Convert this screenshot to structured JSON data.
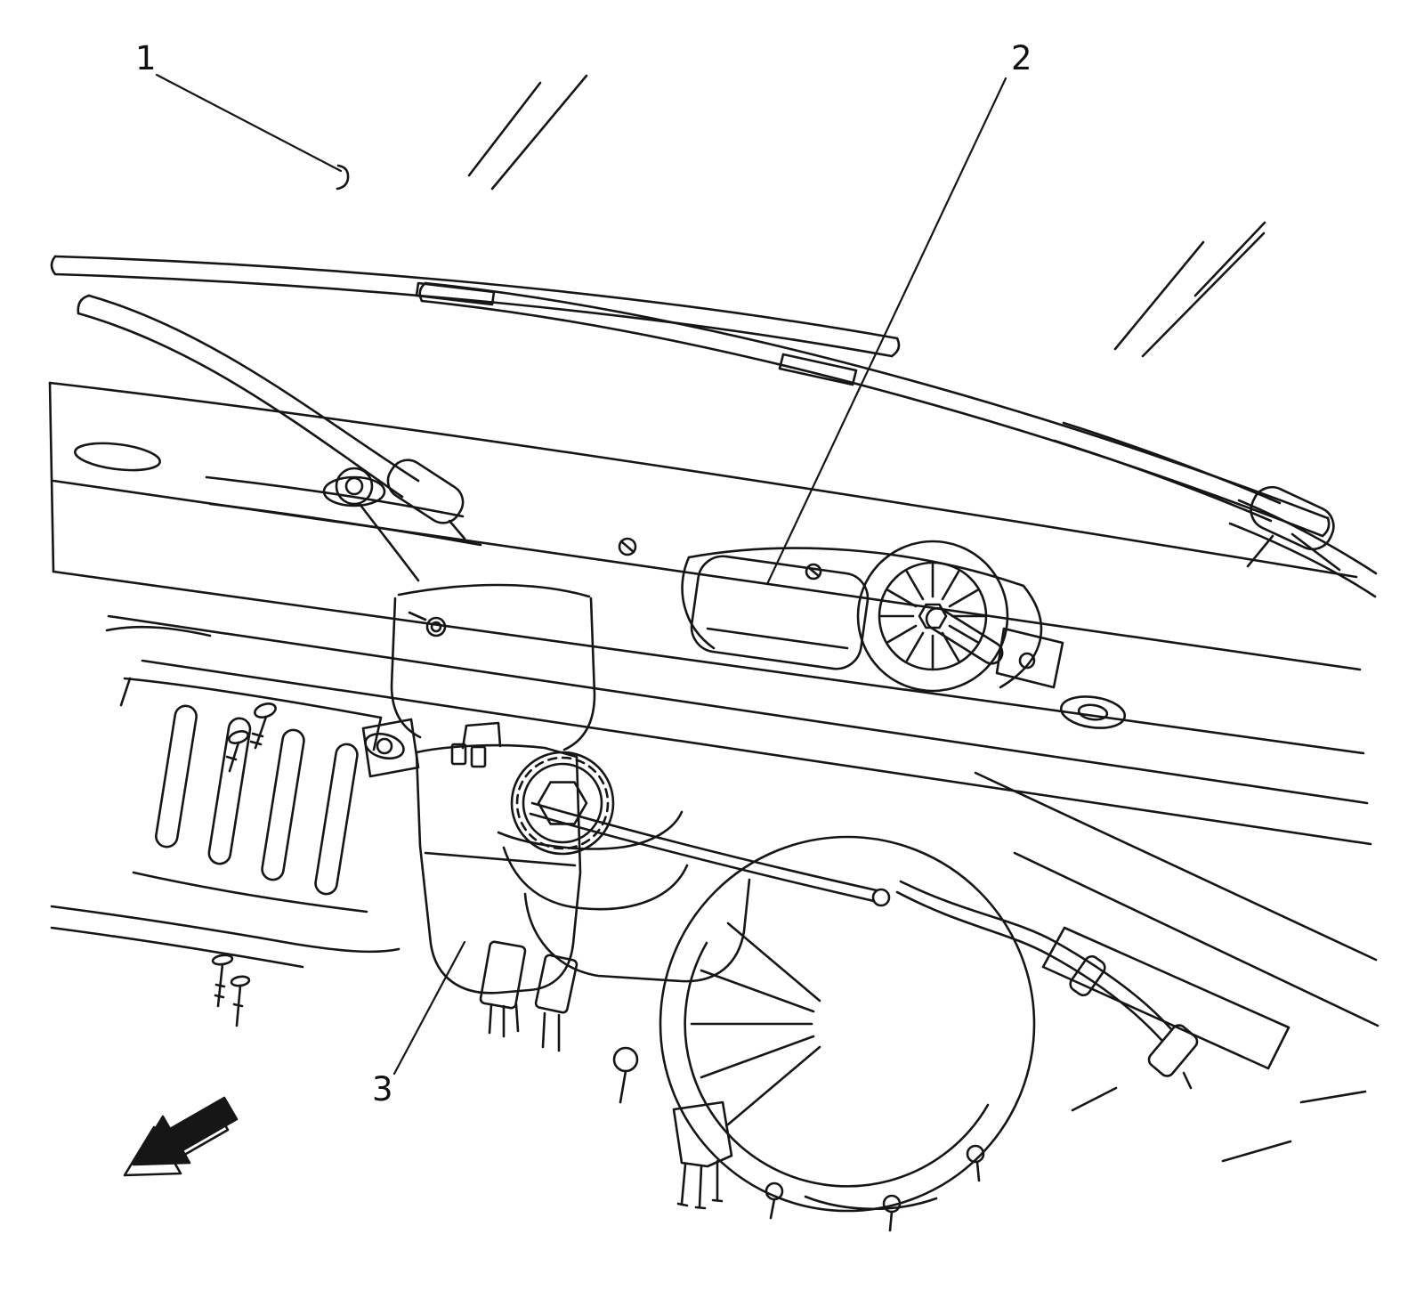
{
  "figure": {
    "kind": "technical-line-illustration",
    "colors": {
      "ink": "#161616",
      "paper": "#ffffff"
    }
  },
  "callouts": [
    {
      "label": "1"
    },
    {
      "label": "2"
    },
    {
      "label": "3"
    }
  ],
  "icons": {
    "view_arrow": "view-direction-arrow"
  }
}
